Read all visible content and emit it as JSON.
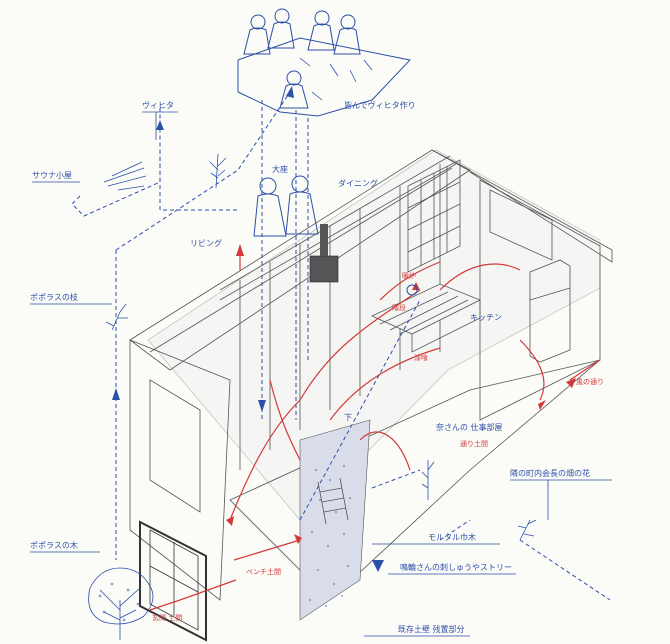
{
  "labels": {
    "vita": "ヴィヒタ",
    "sauna_hut": "サウナ小屋",
    "vita_making": "皆んでヴィヒタ作り",
    "daiza": "大座",
    "dining": "ダイニング",
    "living": "リビング",
    "poplar_branch": "ポポラスの枝",
    "kitchen": "キッチン",
    "neighbor_flower": "隣の町内会長の畑の花",
    "poplar_tree": "ポポラスの木",
    "mortar_floor": "モルタル巾木",
    "existing_earth_wall": "既存土壁 残置部分",
    "pottery": "鳴輪さんの刺しゅうやストリー",
    "grandma_workroom": "奈さんの 仕事部屋",
    "shimo": "下",
    "heater": "暖炉",
    "mortar": "漆喰",
    "bench_label": "ベンチ土間",
    "entry_red": "玄関 土間",
    "wind": "風の通り",
    "stairs_red": "階段",
    "flow_red": "通り土間"
  },
  "colors": {
    "ink": "#2c4fa8",
    "red": "#d23a3a",
    "pencil": "#555555",
    "paper": "#fbfbf8"
  }
}
